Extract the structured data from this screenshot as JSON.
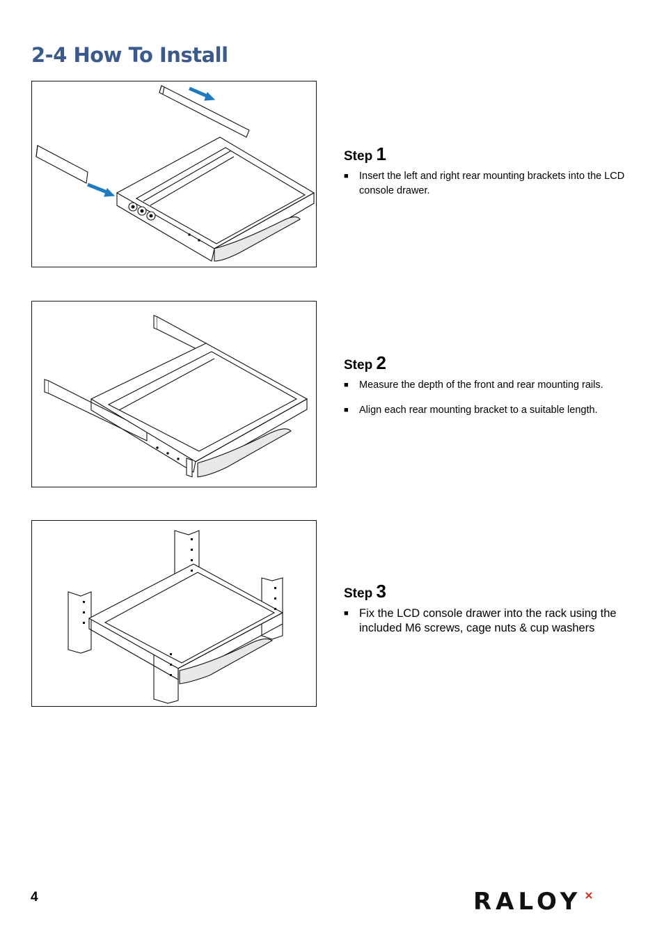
{
  "page": {
    "title": "2-4  How To Install",
    "page_number": "4",
    "logo_text": "RALOY"
  },
  "colors": {
    "title": "#3b5a8c",
    "arrow": "#1f7bc0",
    "logo": "#111111",
    "logo_accent": "#d9281e"
  },
  "steps": [
    {
      "label": "Step",
      "number": "1",
      "items": [
        "Insert the left and right rear mounting brackets into the LCD console drawer."
      ]
    },
    {
      "label": "Step",
      "number": "2",
      "items": [
        "Measure the depth of the front and rear mounting rails.",
        "Align each rear mounting bracket to a suitable length."
      ]
    },
    {
      "label": "Step",
      "number": "3",
      "items": [
        "Fix the LCD console drawer into the rack using the included M6 screws, cage nuts & cup washers"
      ]
    }
  ],
  "bullet_glyph": "■"
}
